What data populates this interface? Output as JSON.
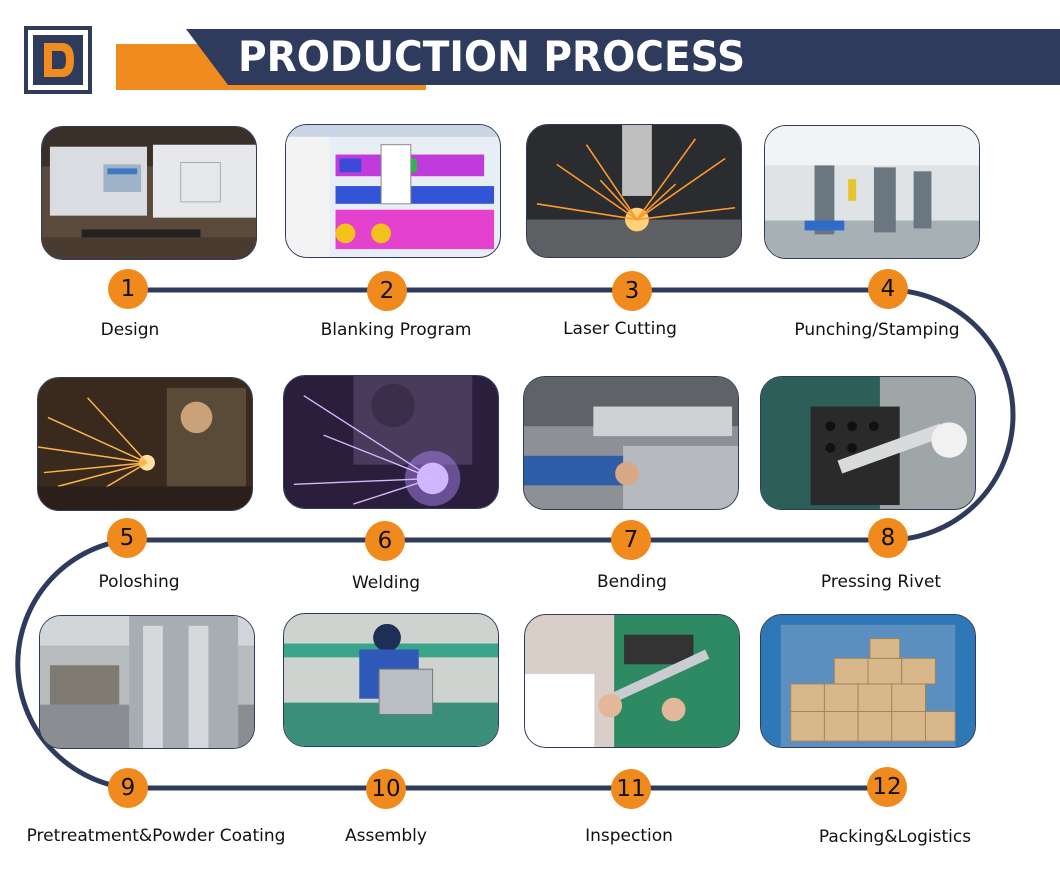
{
  "header": {
    "title": "PRODUCTION PROCESS"
  },
  "colors": {
    "navy": "#2f3b5c",
    "orange": "#ef8b1f"
  },
  "steps": [
    {
      "number": "1",
      "label": "Design"
    },
    {
      "number": "2",
      "label": "Blanking Program"
    },
    {
      "number": "3",
      "label": "Laser Cutting"
    },
    {
      "number": "4",
      "label": "Punching/Stamping"
    },
    {
      "number": "5",
      "label": "Poloshing"
    },
    {
      "number": "6",
      "label": "Welding"
    },
    {
      "number": "7",
      "label": "Bending"
    },
    {
      "number": "8",
      "label": "Pressing Rivet"
    },
    {
      "number": "9",
      "label": "Pretreatment&Powder Coating"
    },
    {
      "number": "10",
      "label": "Assembly"
    },
    {
      "number": "11",
      "label": "Inspection"
    },
    {
      "number": "12",
      "label": "Packing&Logistics"
    }
  ]
}
